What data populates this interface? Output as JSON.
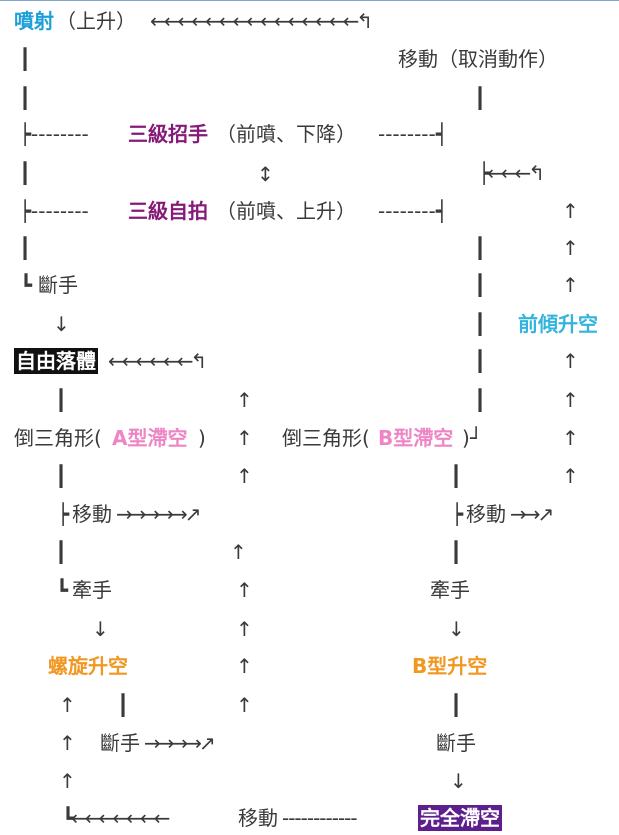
{
  "colors": {
    "text": "#3a3a3a",
    "blue": "#1f9fd8",
    "cyan": "#33b4dc",
    "purple": "#861a78",
    "pink": "#ee86c5",
    "orange": "#f09822",
    "black_box": "#111111",
    "violet_box": "#5d1f8c",
    "white": "#ffffff"
  },
  "nodes": {
    "jet_shot": "噴射",
    "jet_shot_note": "（上升）",
    "move_cancel": "移動（取消動作）",
    "third_wave": "三級招手",
    "third_wave_note": "（前噴、下降）",
    "third_clap": "三級自拍",
    "third_clap_note": "（前噴、上升）",
    "break_hand_1": "斷手",
    "free_fall": "自由落體",
    "forward_lean_rise": "前傾升空",
    "inverted_tri_a_prefix": "倒三角形(",
    "inverted_tri_a_type": "A型滯空",
    "inverted_tri_b_prefix": "倒三角形(",
    "inverted_tri_b_type": "B型滯空",
    "close_paren": ")",
    "move_1": "移動",
    "move_2": "移動",
    "pull_hand_1": "牽手",
    "pull_hand_2": "牽手",
    "spiral_rise": "螺旋升空",
    "b_rise": "B型升空",
    "break_hand_2": "斷手",
    "break_hand_3": "斷手",
    "move_bottom": "移動",
    "full_hover": "完全滯空"
  },
  "connectors": {
    "top_return": "←←←←←←←←←←←←←←←↰",
    "wave_left": "┝--------",
    "wave_right": "--------┥",
    "clap_left": "┝--------",
    "clap_right": "--------┥",
    "updown": "↕",
    "right_branch": "┝←←←↰",
    "corner_down": "┗",
    "down": "↓",
    "up": "↑",
    "pipe": "|",
    "pipe_bold": "┃",
    "free_fall_return": "←←←←←←↰",
    "b_close": "┘",
    "branch": "┝",
    "move_1_arrows": "→→→→→↗",
    "move_2_arrows": "→→↗",
    "break_2_arrows": "→→→→↗",
    "bottom_arrows": "┗←←←←←←←",
    "bottom_dash": "------------"
  }
}
